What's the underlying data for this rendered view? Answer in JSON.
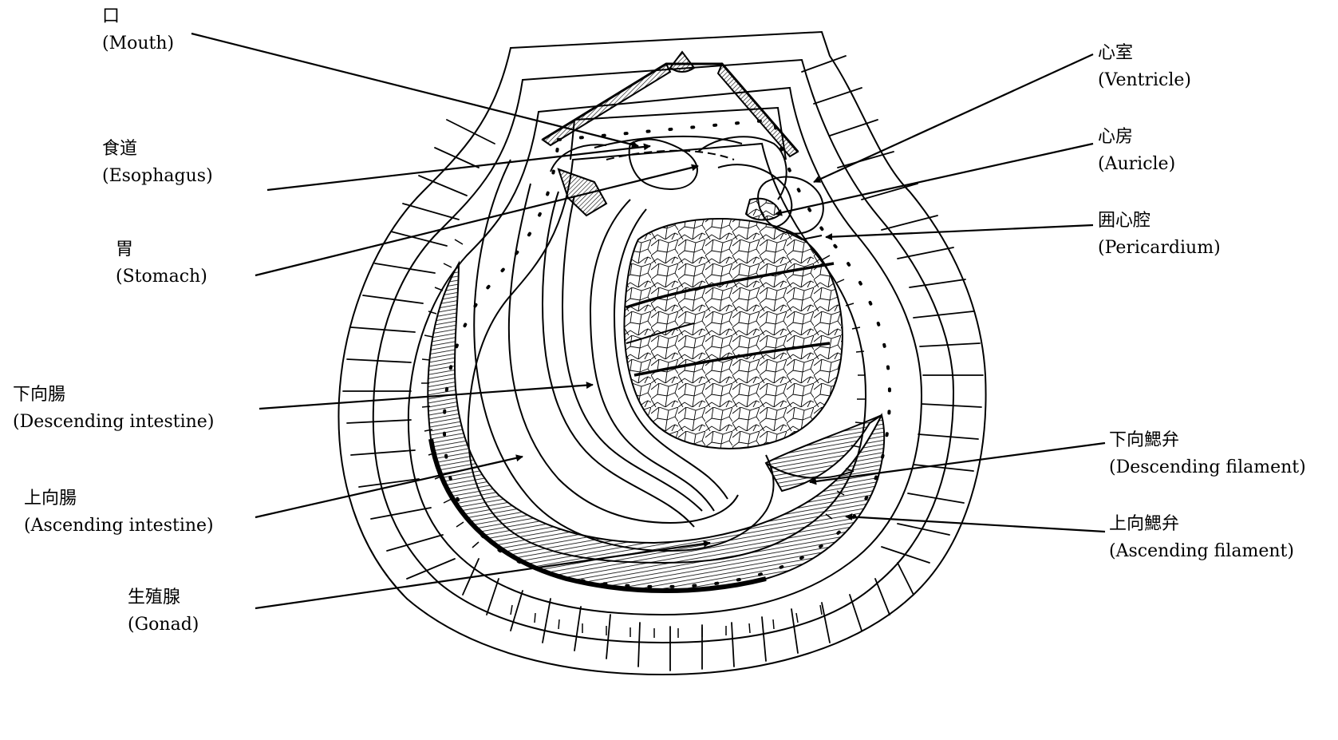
{
  "labels": [
    {
      "id": "mouth",
      "jp": "口",
      "en": "(Mouth)"
    },
    {
      "id": "esophagus",
      "jp": "食道",
      "en": "(Esophagus)"
    },
    {
      "id": "stomach",
      "jp": "胃",
      "en": "(Stomach)"
    },
    {
      "id": "desc-int",
      "jp": "下向腸",
      "en": "(Descending intestine)"
    },
    {
      "id": "asc-int",
      "jp": "上向腸",
      "en": "(Ascending intestine)"
    },
    {
      "id": "gonad",
      "jp": "生殖腺",
      "en": "(Gonad)"
    },
    {
      "id": "ventricle",
      "jp": "心室",
      "en": "(Ventricle)"
    },
    {
      "id": "auricle",
      "jp": "心房",
      "en": "(Auricle)"
    },
    {
      "id": "pericard",
      "jp": "囲心腔",
      "en": "(Pericardium)"
    },
    {
      "id": "desc-fil",
      "jp": "下向鰓弁",
      "en": "(Descending filament)"
    },
    {
      "id": "asc-fil",
      "jp": "上向鰓弁",
      "en": "(Ascending filament)"
    }
  ]
}
